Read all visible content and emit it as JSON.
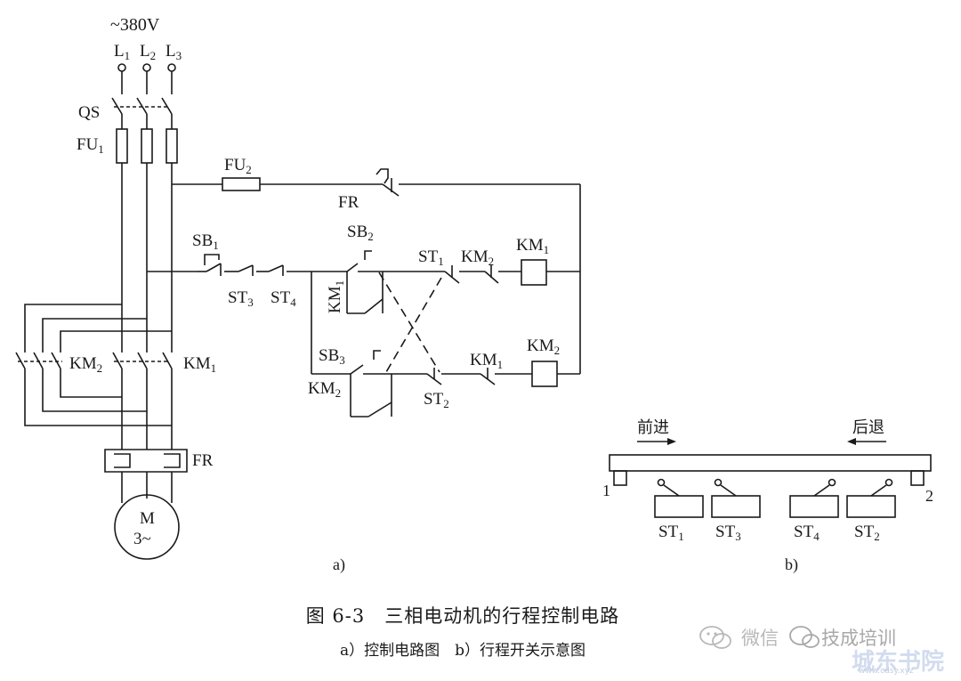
{
  "supply": {
    "voltage": "~380V",
    "phases": [
      {
        "base": "L",
        "sub": "1"
      },
      {
        "base": "L",
        "sub": "2"
      },
      {
        "base": "L",
        "sub": "3"
      }
    ]
  },
  "labels": {
    "qs": "QS",
    "fu1": {
      "base": "FU",
      "sub": "1"
    },
    "fu2": {
      "base": "FU",
      "sub": "2"
    },
    "fr_ctrl": "FR",
    "fr_main": "FR",
    "sb1": {
      "base": "SB",
      "sub": "1"
    },
    "sb2": {
      "base": "SB",
      "sub": "2"
    },
    "sb3": {
      "base": "SB",
      "sub": "3"
    },
    "st1": {
      "base": "ST",
      "sub": "1"
    },
    "st2": {
      "base": "ST",
      "sub": "2"
    },
    "st3": {
      "base": "ST",
      "sub": "3"
    },
    "st4": {
      "base": "ST",
      "sub": "4"
    },
    "km1_row1": {
      "base": "KM",
      "sub": "1"
    },
    "km2_row1": {
      "base": "KM",
      "sub": "2"
    },
    "km1_row2": {
      "base": "KM",
      "sub": "1"
    },
    "km2_row2": {
      "base": "KM",
      "sub": "2"
    },
    "km1_vertical": {
      "base": "KM",
      "sub": "1"
    },
    "km2_hold": {
      "base": "KM",
      "sub": "2"
    },
    "km1_main": {
      "base": "KM",
      "sub": "1"
    },
    "km2_main": {
      "base": "KM",
      "sub": "2"
    },
    "motor": {
      "line1": "M",
      "line2": "3~"
    },
    "part_a": "a)",
    "part_b": "b)"
  },
  "diagram_b": {
    "forward": "前进",
    "backward": "后退",
    "end_left": "1",
    "end_right": "2",
    "switches": [
      {
        "base": "ST",
        "sub": "1"
      },
      {
        "base": "ST",
        "sub": "3"
      },
      {
        "base": "ST",
        "sub": "4"
      },
      {
        "base": "ST",
        "sub": "2"
      }
    ]
  },
  "caption": {
    "title": "图 6-3　三相电动机的行程控制电路",
    "subtitle": "a）控制电路图　b）行程开关示意图"
  },
  "watermark": {
    "wechat": "微信",
    "brand": "技成培训",
    "site_cn": "城东书院",
    "site_url": "www.cdsy.xyz"
  }
}
